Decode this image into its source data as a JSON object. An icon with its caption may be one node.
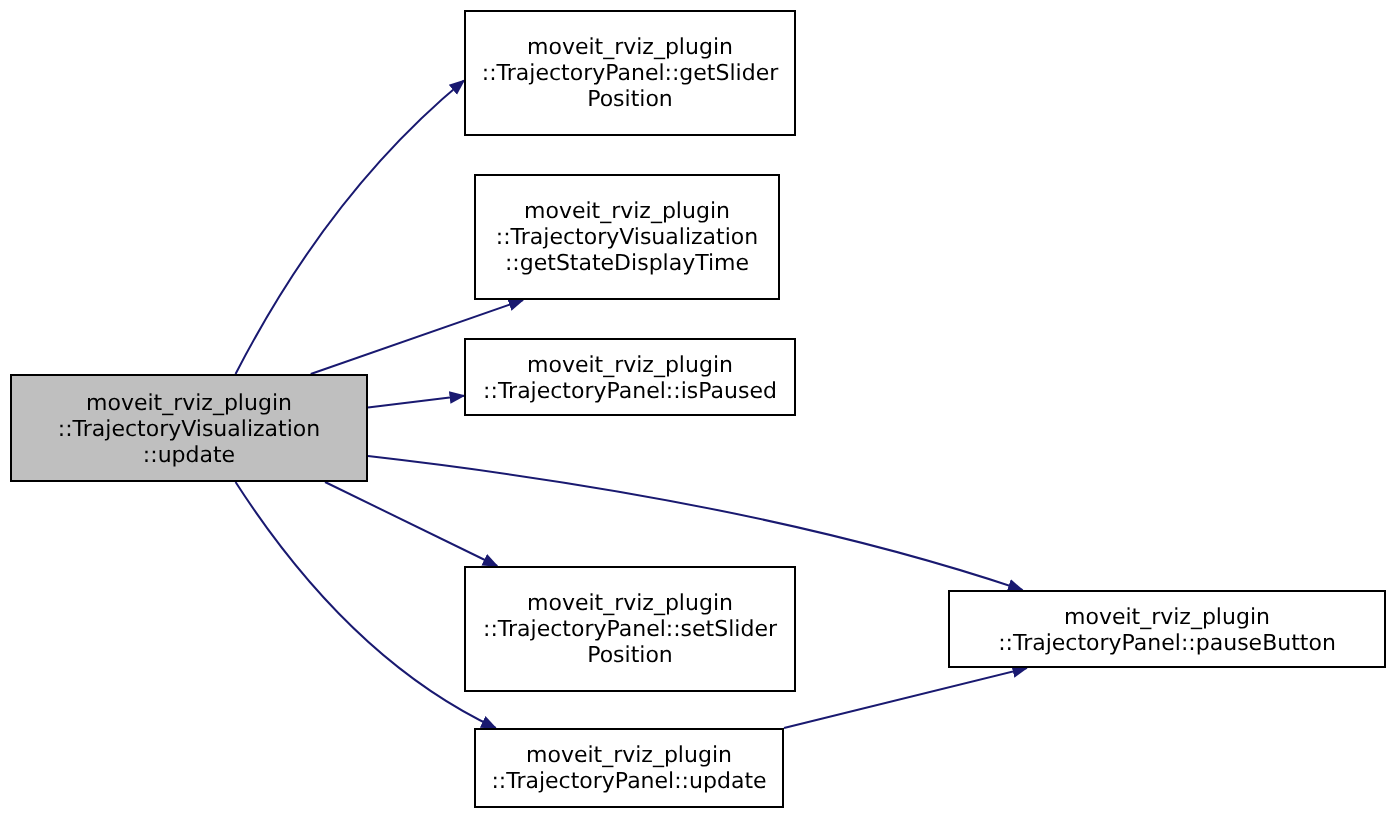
{
  "diagram": {
    "nodes": [
      {
        "text": [
          "moveit_rviz_plugin ::TrajectoryVisualization ::update"
        ]
      },
      {
        "text": [
          "moveit_rviz_plugin ::TrajectoryPanel::getSlider Position"
        ]
      },
      {
        "text": [
          "moveit_rviz_plugin ::TrajectoryVisualization ::getStateDisplayTime"
        ]
      },
      {
        "text": [
          "moveit_rviz_plugin ::TrajectoryPanel::isPaused"
        ]
      },
      {
        "text": [
          "moveit_rviz_plugin ::TrajectoryPanel::setSlider Position"
        ]
      },
      {
        "text": [
          "moveit_rviz_plugin ::TrajectoryPanel::update"
        ]
      },
      {
        "text": [
          "moveit_rviz_plugin ::TrajectoryPanel::pauseButton"
        ]
      }
    ],
    "edges": [
      {
        "from": 0,
        "to": 1,
        "arrow": "to"
      },
      {
        "from": 0,
        "to": 2,
        "arrow": "to"
      },
      {
        "from": 0,
        "to": 3,
        "arrow": "to"
      },
      {
        "from": 0,
        "to": 6,
        "arrow": "to"
      },
      {
        "from": 0,
        "to": 4,
        "arrow": "to"
      },
      {
        "from": 0,
        "to": 5,
        "arrow": "to"
      },
      {
        "from": 5,
        "to": 6,
        "arrow": "to"
      }
    ]
  }
}
